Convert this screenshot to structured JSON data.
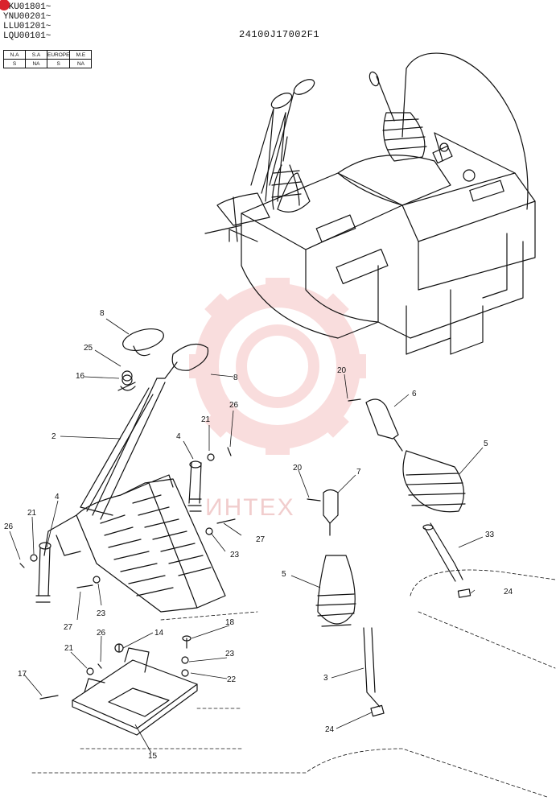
{
  "header": {
    "serial_numbers": [
      "YKU01801~",
      "YNU00201~",
      "LLU01201~",
      "LQU00101~"
    ],
    "drawing_number": "24100J17002F1",
    "applicability_table": {
      "headers": [
        "N.A",
        "S.A",
        "EUROPE",
        "M.E"
      ],
      "values": [
        "S",
        "NA",
        "S",
        "NA"
      ]
    }
  },
  "watermark": {
    "text": "ИНТЕХ",
    "color": "#e8a0a0"
  },
  "callouts": [
    {
      "id": "c8a",
      "label": "8"
    },
    {
      "id": "c25",
      "label": "25"
    },
    {
      "id": "c16",
      "label": "16"
    },
    {
      "id": "c8b",
      "label": "8"
    },
    {
      "id": "c2",
      "label": "2"
    },
    {
      "id": "c4a",
      "label": "4"
    },
    {
      "id": "c21a",
      "label": "21"
    },
    {
      "id": "c26a",
      "label": "26"
    },
    {
      "id": "c4b",
      "label": "4"
    },
    {
      "id": "c21b",
      "label": "21"
    },
    {
      "id": "c26b",
      "label": "26"
    },
    {
      "id": "c27a",
      "label": "27"
    },
    {
      "id": "c23a",
      "label": "23"
    },
    {
      "id": "c27b",
      "label": "27"
    },
    {
      "id": "c23b",
      "label": "23"
    },
    {
      "id": "c20a",
      "label": "20"
    },
    {
      "id": "c6",
      "label": "6"
    },
    {
      "id": "c5a",
      "label": "5"
    },
    {
      "id": "c20b",
      "label": "20"
    },
    {
      "id": "c7",
      "label": "7"
    },
    {
      "id": "c33",
      "label": "33"
    },
    {
      "id": "c5b",
      "label": "5"
    },
    {
      "id": "c24a",
      "label": "24"
    },
    {
      "id": "c3",
      "label": "3"
    },
    {
      "id": "c24b",
      "label": "24"
    },
    {
      "id": "c14",
      "label": "14"
    },
    {
      "id": "c18",
      "label": "18"
    },
    {
      "id": "c21c",
      "label": "21"
    },
    {
      "id": "c26c",
      "label": "26"
    },
    {
      "id": "c23c",
      "label": "23"
    },
    {
      "id": "c22",
      "label": "22"
    },
    {
      "id": "c17",
      "label": "17"
    },
    {
      "id": "c15",
      "label": "15"
    }
  ]
}
